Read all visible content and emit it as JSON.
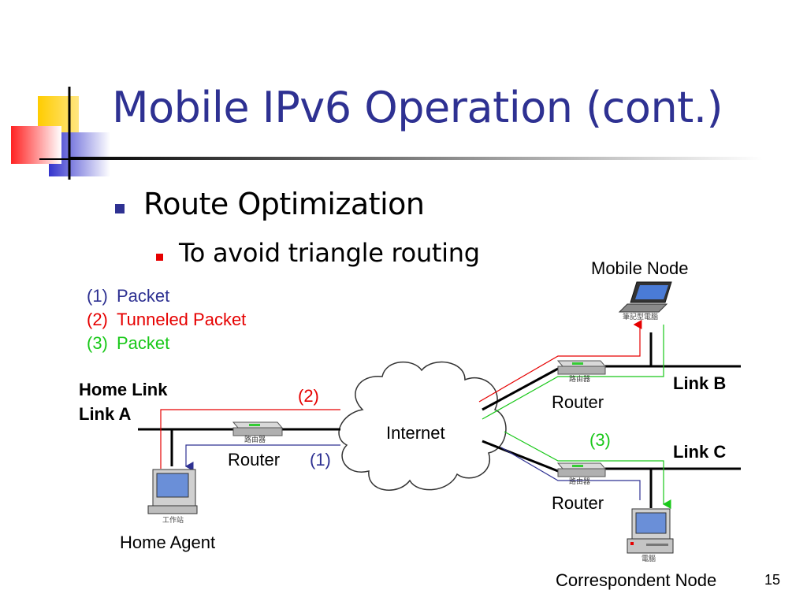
{
  "slide": {
    "title": "Mobile IPv6 Operation (cont.)",
    "bullet1": "Route Optimization",
    "bullet2": "To avoid triangle routing",
    "page_number": "15"
  },
  "legend": {
    "item1_num": "(1)",
    "item1_text": "Packet",
    "item2_num": "(2)",
    "item2_text": "Tunneled Packet",
    "item3_num": "(3)",
    "item3_text": "Packet"
  },
  "diagram": {
    "mobile_node": "Mobile Node",
    "mobile_node_caption": "筆記型電腦",
    "home_link": "Home Link",
    "link_a": "Link A",
    "link_b": "Link B",
    "link_c": "Link C",
    "internet": "Internet",
    "router_home": "Router",
    "router_b": "Router",
    "router_c": "Router",
    "router_caption": "路由器",
    "home_agent": "Home Agent",
    "home_agent_caption": "工作站",
    "correspondent_node": "Correspondent Node",
    "correspondent_caption": "電腦",
    "flow2": "(2)",
    "flow1": "(1)",
    "flow3": "(3)"
  },
  "colors": {
    "title": "#2e3192",
    "packet": "#2e3192",
    "tunneled": "#e60000",
    "packet3": "#19c819"
  }
}
